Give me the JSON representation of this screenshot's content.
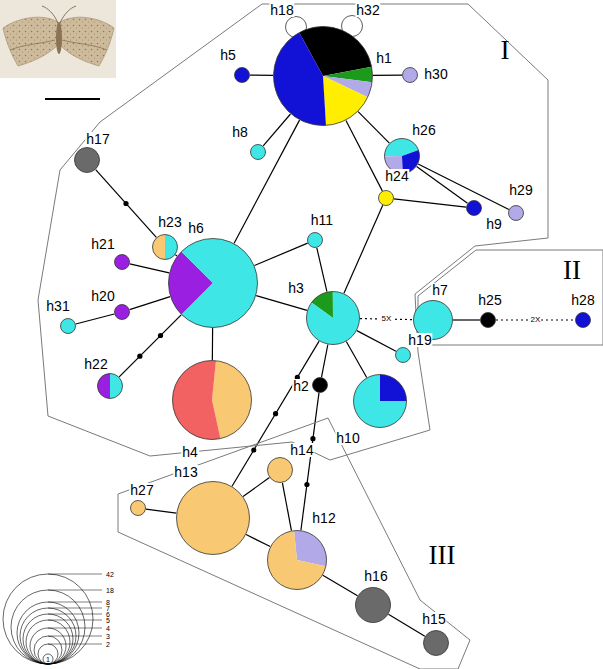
{
  "diagram": {
    "nodes": [
      {
        "text": [
          "I"
        ]
      },
      {
        "text": [
          "h18"
        ],
        "in": 0
      },
      {
        "text": [
          "h32"
        ],
        "in": 0
      },
      {
        "text": [
          "h1"
        ],
        "in": 0
      },
      {
        "text": [
          "h5"
        ],
        "in": 0
      },
      {
        "text": [
          "h30"
        ],
        "in": 0
      },
      {
        "text": [
          "h8"
        ],
        "in": 0
      },
      {
        "text": [
          "h26"
        ],
        "in": 0
      },
      {
        "text": [
          "h29"
        ],
        "in": 0
      },
      {
        "text": [
          "h9"
        ],
        "in": 0
      },
      {
        "text": [
          "h24"
        ],
        "in": 0
      },
      {
        "text": [
          "h17"
        ],
        "in": 0
      },
      {
        "text": [
          "h23"
        ],
        "in": 0
      },
      {
        "text": [
          "h6"
        ],
        "in": 0
      },
      {
        "text": [
          "h11"
        ],
        "in": 0
      },
      {
        "text": [
          "h21"
        ],
        "in": 0
      },
      {
        "text": [
          "h20"
        ],
        "in": 0
      },
      {
        "text": [
          "h3"
        ],
        "in": 0
      },
      {
        "text": [
          "h31"
        ],
        "in": 0
      },
      {
        "text": [
          "h19"
        ],
        "in": 0
      },
      {
        "text": [
          "h22"
        ],
        "in": 0
      },
      {
        "text": [
          "h2"
        ],
        "in": 0
      },
      {
        "text": [
          "h10"
        ],
        "in": 0
      },
      {
        "text": [
          "h4"
        ],
        "in": 0
      },
      {
        "text": [
          "II"
        ]
      },
      {
        "text": [
          "h7"
        ],
        "in": 24
      },
      {
        "text": [
          "h25"
        ],
        "in": 24
      },
      {
        "text": [
          "h28"
        ],
        "in": 24
      },
      {
        "text": [
          "III"
        ]
      },
      {
        "text": [
          "h14"
        ],
        "in": 28
      },
      {
        "text": [
          "h27"
        ],
        "in": 28
      },
      {
        "text": [
          "h13"
        ],
        "in": 28
      },
      {
        "text": [
          "h12"
        ],
        "in": 28
      },
      {
        "text": [
          "h16"
        ],
        "in": 28
      },
      {
        "text": [
          "h15"
        ],
        "in": 28
      }
    ],
    "edges": [
      {
        "from": 3,
        "to": 1,
        "arrow": "none"
      },
      {
        "from": 3,
        "to": 2,
        "arrow": "none"
      },
      {
        "from": 3,
        "to": 4,
        "arrow": "none"
      },
      {
        "from": 3,
        "to": 5,
        "arrow": "none"
      },
      {
        "from": 3,
        "to": 6,
        "arrow": "none"
      },
      {
        "from": 3,
        "to": 7,
        "arrow": "none"
      },
      {
        "from": 3,
        "to": 13,
        "arrow": "none"
      },
      {
        "from": 3,
        "to": 10,
        "arrow": "none"
      },
      {
        "from": 7,
        "to": 8,
        "arrow": "none"
      },
      {
        "from": 7,
        "to": 9,
        "arrow": "none"
      },
      {
        "from": 9,
        "to": 10,
        "arrow": "none"
      },
      {
        "from": 10,
        "to": 17,
        "arrow": "none"
      },
      {
        "from": 13,
        "to": 12,
        "arrow": "none"
      },
      {
        "from": 12,
        "to": 11,
        "arrow": "none"
      },
      {
        "from": 13,
        "to": 15,
        "arrow": "none"
      },
      {
        "from": 13,
        "to": 16,
        "arrow": "none"
      },
      {
        "from": 16,
        "to": 18,
        "arrow": "none"
      },
      {
        "from": 13,
        "to": 20,
        "arrow": "none"
      },
      {
        "from": 13,
        "to": 23,
        "arrow": "none"
      },
      {
        "from": 13,
        "to": 14,
        "arrow": "none"
      },
      {
        "from": 13,
        "to": 17,
        "arrow": "none"
      },
      {
        "from": 14,
        "to": 17,
        "arrow": "none"
      },
      {
        "from": 17,
        "to": 19,
        "arrow": "none"
      },
      {
        "from": 17,
        "to": 22,
        "arrow": "none"
      },
      {
        "from": 17,
        "to": 21,
        "arrow": "none"
      },
      {
        "from": 17,
        "to": 25,
        "label": "5X",
        "arrow": "none"
      },
      {
        "from": 25,
        "to": 26,
        "arrow": "none"
      },
      {
        "from": 26,
        "to": 27,
        "label": "2X",
        "arrow": "none"
      },
      {
        "from": 17,
        "to": 31,
        "arrow": "none"
      },
      {
        "from": 21,
        "to": 32,
        "arrow": "none"
      },
      {
        "from": 29,
        "to": 31,
        "arrow": "none"
      },
      {
        "from": 29,
        "to": 32,
        "arrow": "none"
      },
      {
        "from": 31,
        "to": 32,
        "arrow": "none"
      },
      {
        "from": 31,
        "to": 30,
        "arrow": "none"
      },
      {
        "from": 32,
        "to": 33,
        "arrow": "none"
      },
      {
        "from": 33,
        "to": 34,
        "arrow": "none"
      }
    ],
    "legend": [
      {
        "text": "42"
      },
      {
        "text": "18"
      },
      {
        "text": "8"
      },
      {
        "text": "7"
      },
      {
        "text": "6"
      },
      {
        "text": "5"
      },
      {
        "text": "4"
      },
      {
        "text": "3"
      },
      {
        "text": "2"
      },
      {
        "text": "1"
      }
    ]
  }
}
